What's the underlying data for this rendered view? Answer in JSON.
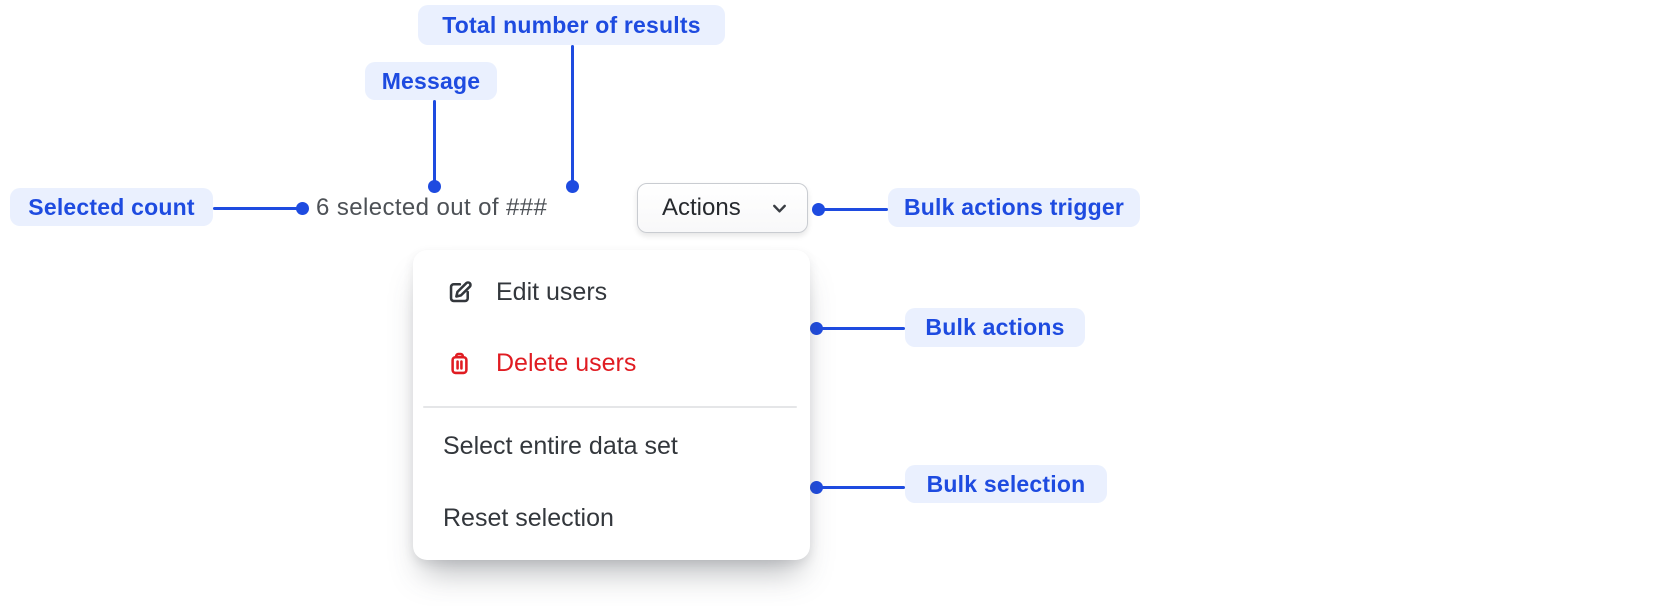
{
  "colors": {
    "annotation_blue": "#1e4be0",
    "annotation_bg": "#eaf0fe",
    "danger_red": "#e01c22",
    "menu_text": "#33373c",
    "message_text": "#4d5156",
    "button_border": "#c9ccd1"
  },
  "annotations": {
    "total_results": "Total number of results",
    "message": "Message",
    "selected_count": "Selected count",
    "bulk_actions_trigger": "Bulk actions trigger",
    "bulk_actions": "Bulk actions",
    "bulk_selection": "Bulk selection"
  },
  "bulk_bar": {
    "message": "6 selected out of ###",
    "actions_label": "Actions"
  },
  "menu": {
    "items": [
      {
        "label": "Edit users",
        "icon": "edit-pencil-icon",
        "danger": false
      },
      {
        "label": "Delete users",
        "icon": "trash-icon",
        "danger": true
      },
      {
        "label": "Select entire data set",
        "icon": null,
        "danger": false
      },
      {
        "label": "Reset selection",
        "icon": null,
        "danger": false
      }
    ]
  },
  "icons": {
    "chevron": "chevron-down-icon",
    "edit": "edit-pencil-icon",
    "delete": "trash-icon"
  }
}
